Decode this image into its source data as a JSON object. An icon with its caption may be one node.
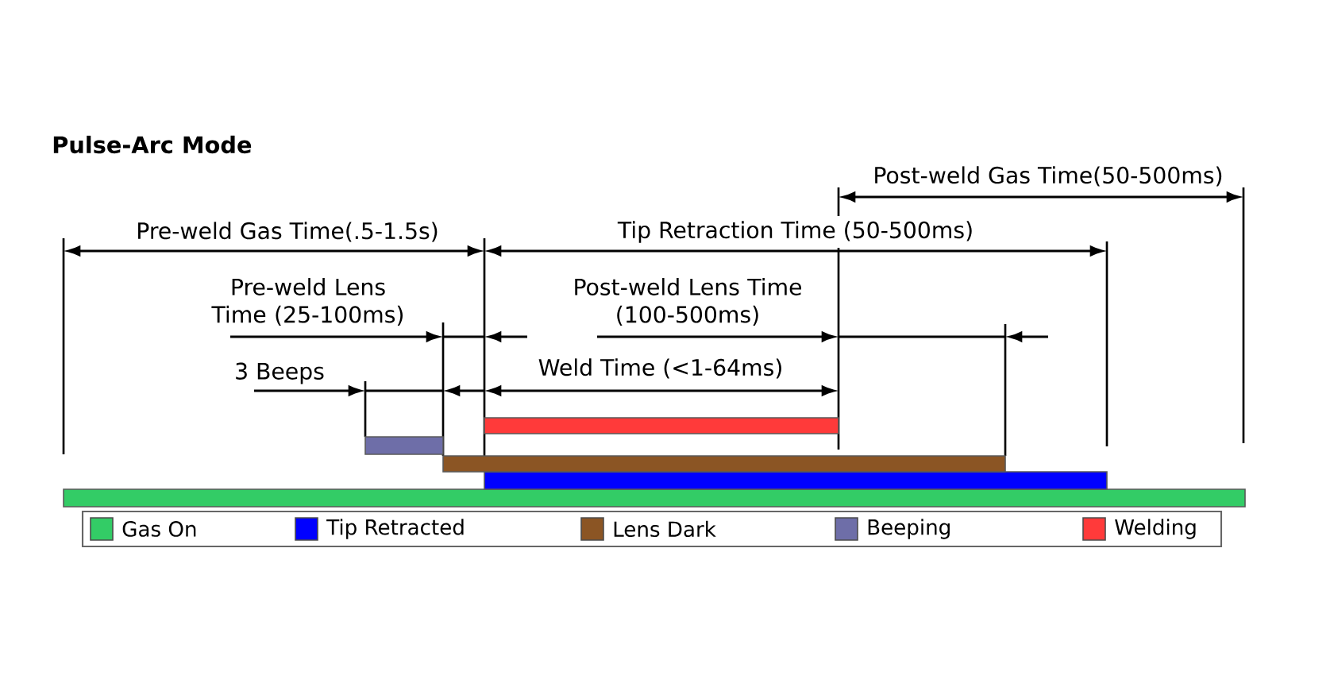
{
  "diagram": {
    "title": "Pulse-Arc Mode",
    "labels": [
      "Post-weld Gas Time(50-500ms)",
      "Pre-weld Gas Time(.5-1.5s)",
      "Tip Retraction Time (50-500ms)",
      "Pre-weld Lens Time (25-100ms)",
      "Post-weld Lens Time (100-500ms)",
      "3 Beeps",
      "Weld Time (<1-64ms)"
    ],
    "legend": [
      {
        "text": "Gas On",
        "color": "#33cc66"
      },
      {
        "text": "Tip Retracted",
        "color": "#0000ff"
      },
      {
        "text": "Lens Dark",
        "color": "#8b5524"
      },
      {
        "text": "Beeping",
        "color": "#6e6ea8"
      },
      {
        "text": "Welding",
        "color": "#ff3a3a"
      }
    ]
  }
}
